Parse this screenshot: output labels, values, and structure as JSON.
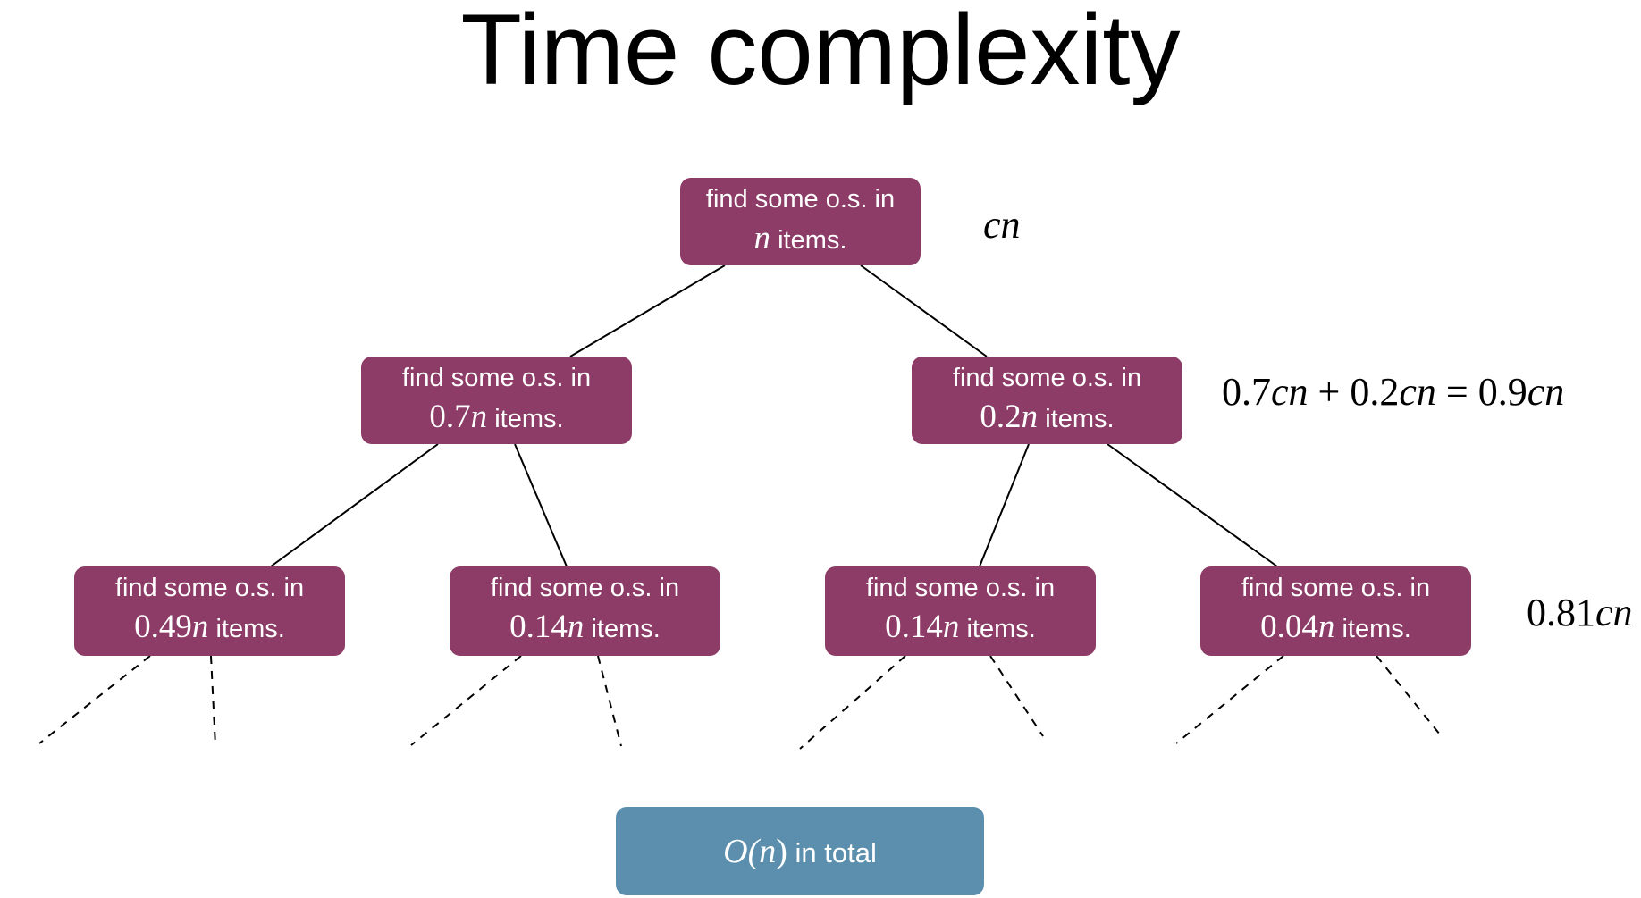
{
  "title": "Time complexity",
  "colors": {
    "node_fill": "#8c3c66",
    "total_fill": "#5b8fad",
    "edge": "#000000"
  },
  "tree": {
    "node_prefix": "find some o.s. in",
    "items_suffix": " items.",
    "variable": "n",
    "nodes": [
      {
        "id": "root",
        "coef": ""
      },
      {
        "id": "l1-left",
        "coef": "0.7"
      },
      {
        "id": "l1-right",
        "coef": "0.2"
      },
      {
        "id": "l2-a",
        "coef": "0.49"
      },
      {
        "id": "l2-b",
        "coef": "0.14"
      },
      {
        "id": "l2-c",
        "coef": "0.14"
      },
      {
        "id": "l2-d",
        "coef": "0.04"
      }
    ],
    "edges": [
      [
        "root",
        "l1-left"
      ],
      [
        "root",
        "l1-right"
      ],
      [
        "l1-left",
        "l2-a"
      ],
      [
        "l1-left",
        "l2-b"
      ],
      [
        "l1-right",
        "l2-c"
      ],
      [
        "l1-right",
        "l2-d"
      ]
    ]
  },
  "level_costs": {
    "level0": {
      "coef": "",
      "var": "cn"
    },
    "level1": {
      "a_coef": "0.7",
      "a_var": "cn",
      "plus": " + ",
      "b_coef": "0.2",
      "b_var": "cn",
      "equals": " = ",
      "c_coef": "0.9",
      "c_var": "cn"
    },
    "level2": {
      "coef": "0.81",
      "var": "cn"
    }
  },
  "total": {
    "big_o": "O(",
    "var": "n",
    "close": ")",
    "text": " in total"
  }
}
